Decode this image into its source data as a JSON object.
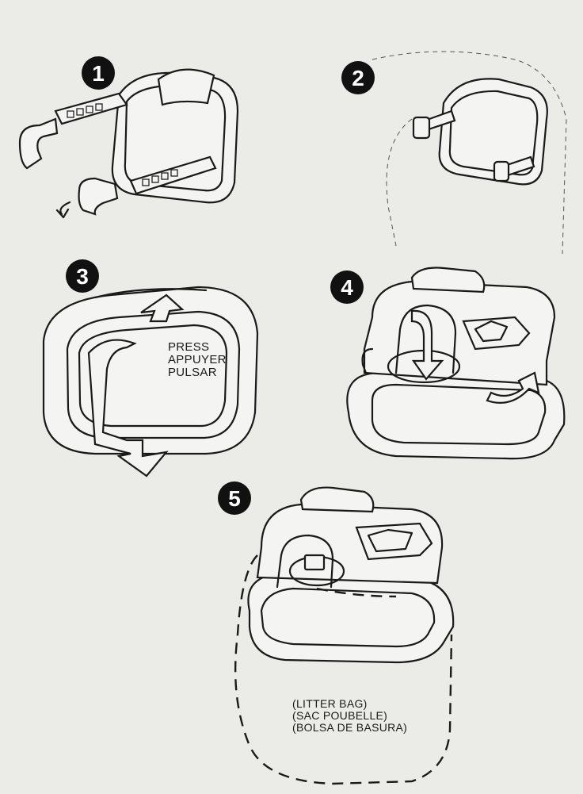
{
  "steps": [
    {
      "number": "1"
    },
    {
      "number": "2"
    },
    {
      "number": "3",
      "label_lines": [
        "PRESS",
        "APPUYER",
        "PULSAR"
      ]
    },
    {
      "number": "4"
    },
    {
      "number": "5",
      "label_lines": [
        "(LITTER BAG)",
        "(SAC POUBELLE)",
        "(BOLSA DE BASURA)"
      ]
    }
  ],
  "colors": {
    "background": "#ebebe8",
    "ink": "#1a1a1a"
  }
}
